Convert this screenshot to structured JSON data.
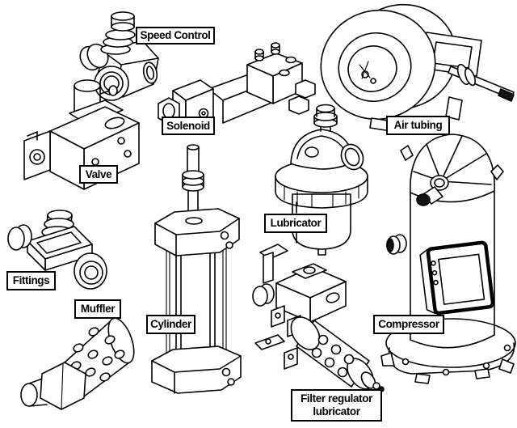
{
  "diagram": {
    "colors": {
      "line": "#000000",
      "background": "#ffffff",
      "label_border": "#000000"
    },
    "components": [
      {
        "id": "speed-control",
        "label": "Speed Control"
      },
      {
        "id": "solenoid",
        "label": "Solenoid"
      },
      {
        "id": "valve",
        "label": "Valve"
      },
      {
        "id": "air-tubing",
        "label": "Air tubing"
      },
      {
        "id": "lubricator",
        "label": "Lubricator"
      },
      {
        "id": "fittings",
        "label": "Fittings"
      },
      {
        "id": "muffler",
        "label": "Muffler"
      },
      {
        "id": "cylinder",
        "label": "Cylinder"
      },
      {
        "id": "compressor",
        "label": "Compressor"
      },
      {
        "id": "filter-regulator-lubricator",
        "label": "Filter regulator lubricator"
      }
    ]
  }
}
